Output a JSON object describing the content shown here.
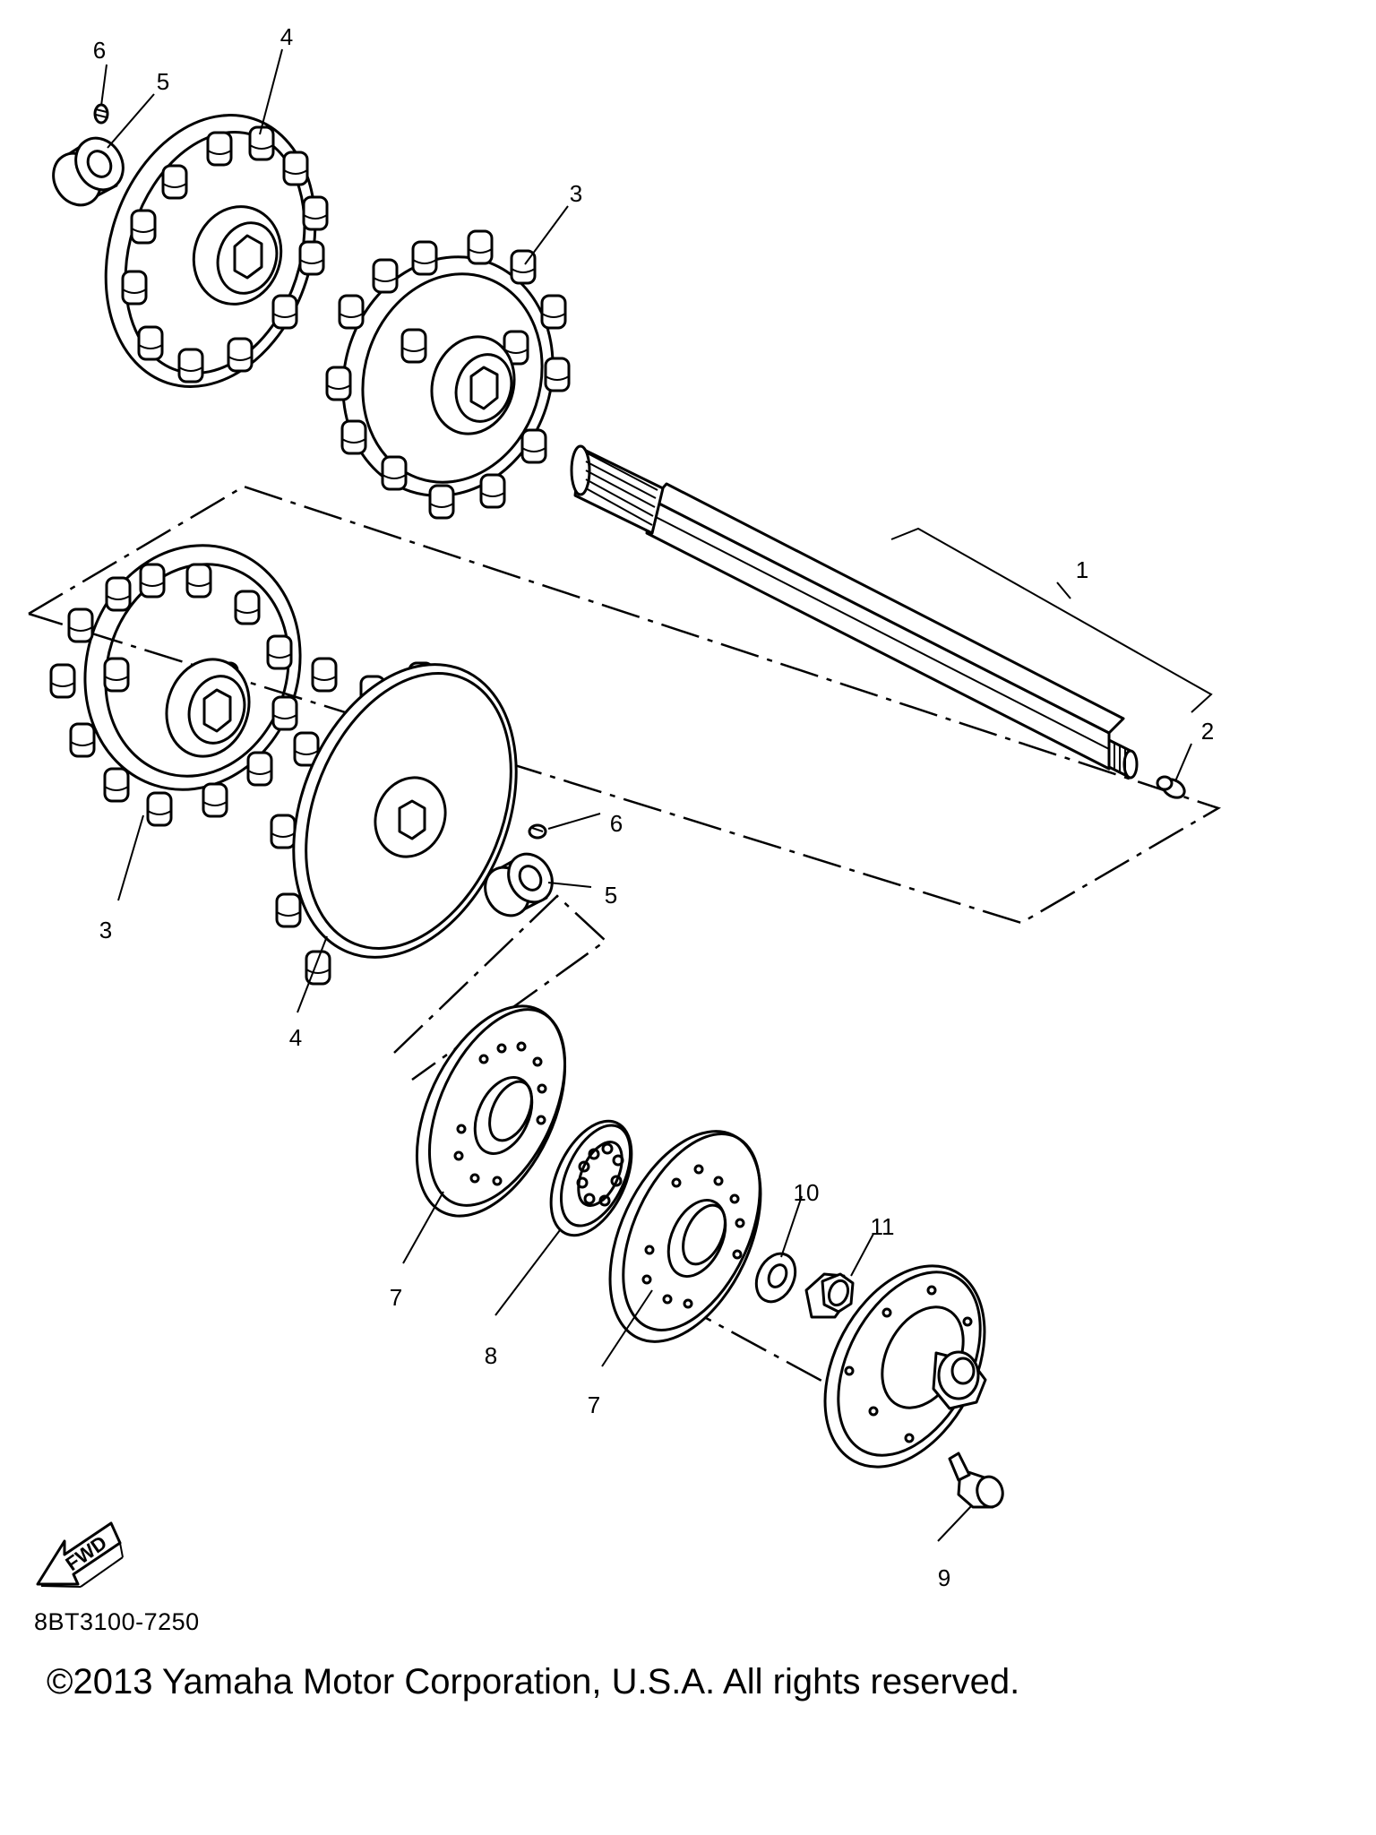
{
  "diagram": {
    "callouts": {
      "c1": "1",
      "c2": "2",
      "c3_top": "3",
      "c3_bottom": "3",
      "c4_top": "4",
      "c4_bottom": "4",
      "c5_top": "5",
      "c5_mid": "5",
      "c6_top": "6",
      "c6_mid": "6",
      "c7_left": "7",
      "c7_right": "7",
      "c8": "8",
      "c9": "9",
      "c10": "10",
      "c11": "11"
    },
    "fwd_label": "FWD",
    "code": "8BT3100-7250"
  },
  "footer": {
    "copyright": "©2013 Yamaha Motor Corporation, U.S.A. All rights reserved."
  }
}
